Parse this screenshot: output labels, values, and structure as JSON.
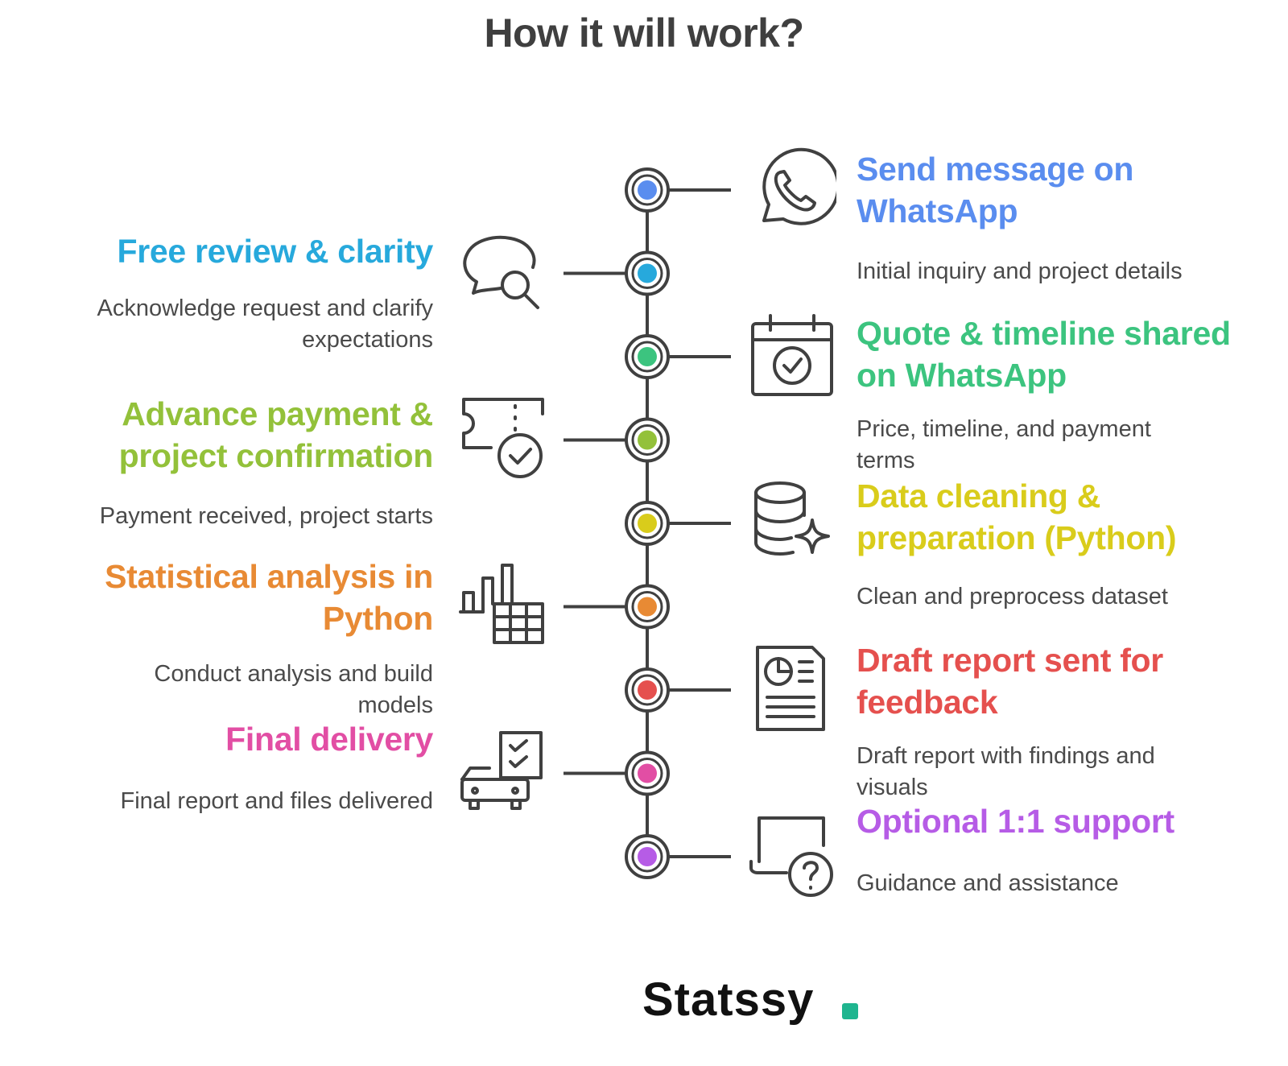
{
  "title": "How it will work?",
  "brand": {
    "name": "Statssy",
    "accent_color": "#1fb58f"
  },
  "colors": {
    "line": "#404040",
    "node_ring": "#404040"
  },
  "steps": [
    {
      "title": "Send message on WhatsApp",
      "title_lines": [
        "Send message on",
        "WhatsApp"
      ],
      "description": "Initial inquiry and project details",
      "desc_lines": [
        "Initial inquiry and project details"
      ],
      "color": "#5a8def",
      "icon": "whatsapp-icon",
      "side": "right"
    },
    {
      "title": "Free review & clarity",
      "title_lines": [
        "Free review & clarity"
      ],
      "description": "Acknowledge request and clarify expectations",
      "desc_lines": [
        "Acknowledge request and clarify",
        "expectations"
      ],
      "color": "#27a9dc",
      "icon": "chat-search-icon",
      "side": "left"
    },
    {
      "title": "Quote & timeline shared on WhatsApp",
      "title_lines": [
        "Quote & timeline shared",
        "on WhatsApp"
      ],
      "description": "Price, timeline, and payment terms",
      "desc_lines": [
        "Price, timeline, and payment",
        "terms"
      ],
      "color": "#3cc47f",
      "icon": "calendar-check-icon",
      "side": "right"
    },
    {
      "title": "Advance payment & project confirmation",
      "title_lines": [
        "Advance payment &",
        "project confirmation"
      ],
      "description": "Payment received, project starts",
      "desc_lines": [
        "Payment received, project starts"
      ],
      "color": "#93c13a",
      "icon": "ticket-check-icon",
      "side": "left"
    },
    {
      "title": "Data cleaning & preparation (Python)",
      "title_lines": [
        "Data cleaning &",
        "preparation (Python)"
      ],
      "description": "Clean and preprocess dataset",
      "desc_lines": [
        "Clean and preprocess dataset"
      ],
      "color": "#d9cc1b",
      "icon": "database-sparkle-icon",
      "side": "right"
    },
    {
      "title": "Statistical analysis in Python",
      "title_lines": [
        "Statistical analysis in",
        "Python"
      ],
      "description": "Conduct analysis and build models",
      "desc_lines": [
        "Conduct analysis and build",
        "models"
      ],
      "color": "#e88a34",
      "icon": "chart-table-icon",
      "side": "left"
    },
    {
      "title": "Draft report sent for feedback",
      "title_lines": [
        "Draft report sent for",
        "feedback"
      ],
      "description": "Draft report with findings and visuals",
      "desc_lines": [
        "Draft report with findings and",
        "visuals"
      ],
      "color": "#e5504e",
      "icon": "report-document-icon",
      "side": "right"
    },
    {
      "title": "Final delivery",
      "title_lines": [
        "Final delivery"
      ],
      "description": "Final report and files delivered",
      "desc_lines": [
        "Final report and files delivered"
      ],
      "color": "#e24ea4",
      "icon": "delivery-checklist-icon",
      "side": "left"
    },
    {
      "title": "Optional 1:1 support",
      "title_lines": [
        "Optional 1:1 support"
      ],
      "description": "Guidance and assistance",
      "desc_lines": [
        "Guidance and assistance"
      ],
      "color": "#b65ce6",
      "icon": "laptop-help-icon",
      "side": "right"
    }
  ]
}
